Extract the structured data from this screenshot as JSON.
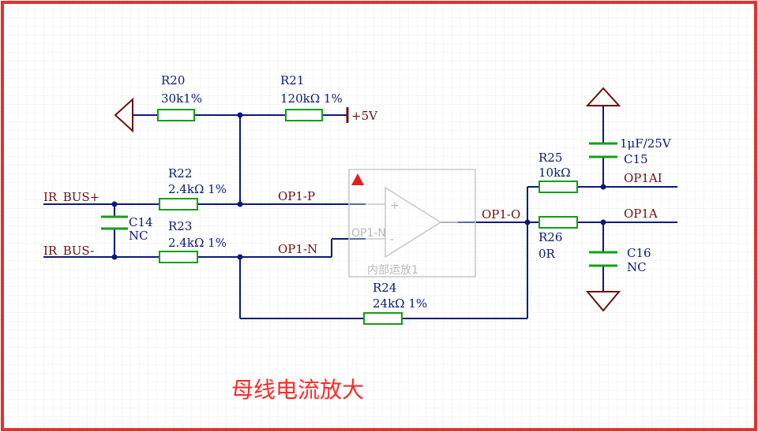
{
  "title": "母线电流放大",
  "resistors": {
    "r20": {
      "ref": "R20",
      "value": "30k1%"
    },
    "r21": {
      "ref": "R21",
      "value": "120kΩ 1%"
    },
    "r22": {
      "ref": "R22",
      "value": "2.4kΩ 1%"
    },
    "r23": {
      "ref": "R23",
      "value": "2.4kΩ 1%"
    },
    "r24": {
      "ref": "R24",
      "value": "24kΩ 1%"
    },
    "r25": {
      "ref": "R25",
      "value": "10kΩ"
    },
    "r26": {
      "ref": "R26",
      "value": "0R"
    }
  },
  "capacitors": {
    "c14": {
      "ref": "C14",
      "value": "NC"
    },
    "c15": {
      "ref": "C15",
      "value": "1μF/25V"
    },
    "c16": {
      "ref": "C16",
      "value": "NC"
    }
  },
  "nets": {
    "ir_bus_plus": "IR_BUS+",
    "ir_bus_minus": "IR_BUS-",
    "op1_p": "OP1-P",
    "op1_n": "OP1-N",
    "op1_o": "OP1-O",
    "op1ai": "OP1AI",
    "op1a": "OP1A",
    "vcc": "+5V"
  },
  "opamp": {
    "name": "内部运放1",
    "pin_n": "OP1-N",
    "plus_sign": "+",
    "minus_sign": "-"
  },
  "colors": {
    "wire": "#0a1a7a",
    "component": "#12a012",
    "power": "#6b1010",
    "title": "#ff2a2a",
    "border": "#e53030"
  }
}
